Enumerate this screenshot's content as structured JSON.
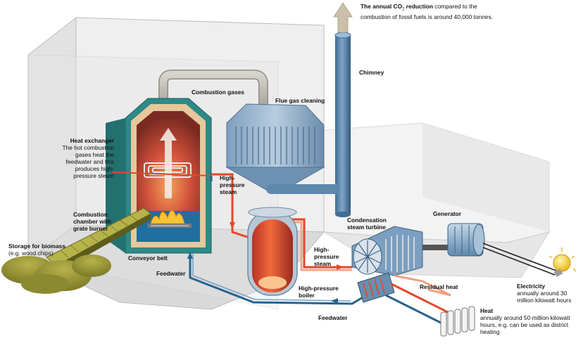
{
  "labels": {
    "co2": {
      "bold_prefix": "The annual CO",
      "subscript": "2",
      "bold_suffix": " reduction",
      "rest": " compared to the combustion of fossil fuels is around 40,000 tonnes."
    },
    "chimney": "Chimney",
    "combustion_gases": "Combustion gases",
    "flue_gas_cleaning": "Flue gas cleaning",
    "heat_exchanger": {
      "title": "Heat exchanger",
      "desc": "The hot combustion gases heat the feedwater and this produces high-pressure steam"
    },
    "high_pressure_steam_top": "High-pressure steam",
    "high_pressure_steam_mid": "High-pressure steam",
    "combustion_chamber": "Combustion chamber with grate burner",
    "storage": {
      "title": "Storage for biomass",
      "desc": "(e.g. wood chips)"
    },
    "conveyor_belt": "Conveyor belt",
    "feedwater_left": "Feedwater",
    "feedwater_bottom": "Feedwater",
    "high_pressure_boiler": "High-pressure boiler",
    "condensation_turbine": "Condensation steam turbine",
    "generator": "Generator",
    "residual_heat": "Residual heat",
    "electricity": {
      "title": "Electricity",
      "desc": "annually around 30 million kilowatt hours"
    },
    "heat": {
      "title": "Heat",
      "desc": "annually around 50 million kilowatt hours, e.g. can be used as district heating"
    }
  },
  "colors": {
    "hot": "#e0482a",
    "feedwater": "#27628c",
    "biomass": "#9c9a3a",
    "steel": "#5f88ad",
    "building": "#d6d6d6"
  }
}
